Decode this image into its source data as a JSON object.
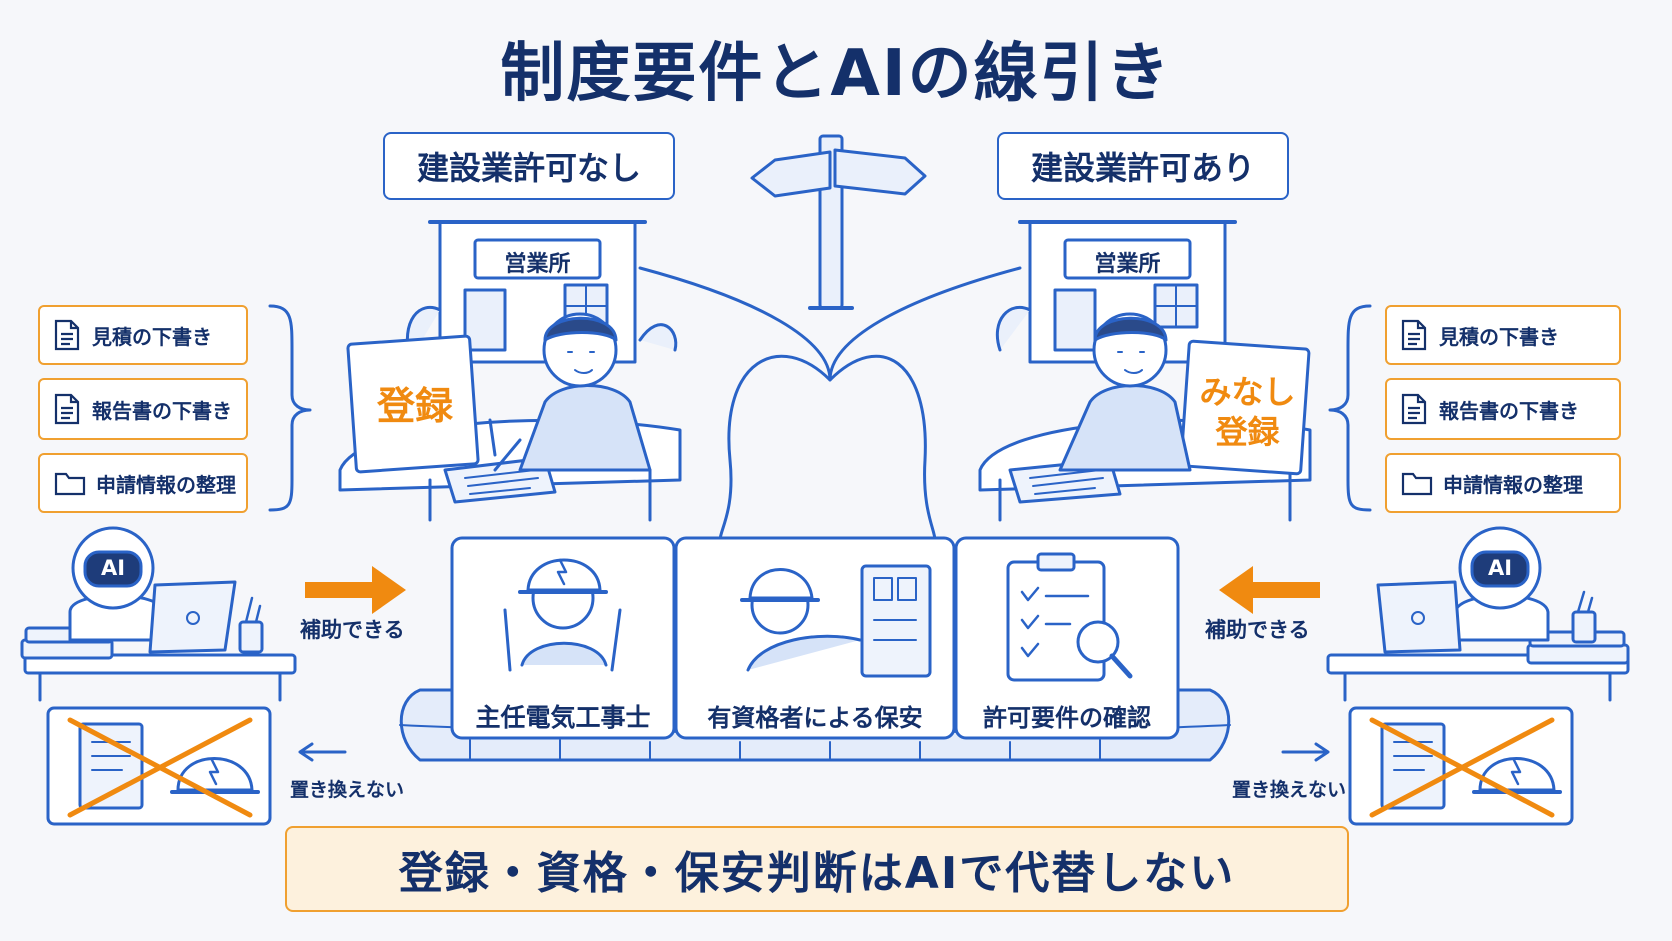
{
  "title": "制度要件とAIの線引き",
  "left": {
    "header": "建設業許可なし",
    "office": "営業所",
    "sign": "登録",
    "tasks": [
      {
        "icon": "document-icon",
        "label": "見積の下書き"
      },
      {
        "icon": "document-icon",
        "label": "報告書の下書き"
      },
      {
        "icon": "folder-icon",
        "label": "申請情報の整理"
      }
    ],
    "ai_badge": "AI",
    "assist": "補助できる",
    "replace": "置き換えない"
  },
  "right": {
    "header": "建設業許可あり",
    "office": "営業所",
    "sign_line1": "みなし",
    "sign_line2": "登録",
    "tasks": [
      {
        "icon": "document-icon",
        "label": "見積の下書き"
      },
      {
        "icon": "document-icon",
        "label": "報告書の下書き"
      },
      {
        "icon": "folder-icon",
        "label": "申請情報の整理"
      }
    ],
    "ai_badge": "AI",
    "assist": "補助できる",
    "replace": "置き換えない"
  },
  "requirements": [
    "主任電気工事士",
    "有資格者による保安",
    "許可要件の確認"
  ],
  "conclusion": "登録・資格・保安判断はAIで代替しない",
  "colors": {
    "navy": "#14306a",
    "blue": "#2a63c7",
    "orange": "#f08a10",
    "pale_orange": "#fdf1dd"
  }
}
